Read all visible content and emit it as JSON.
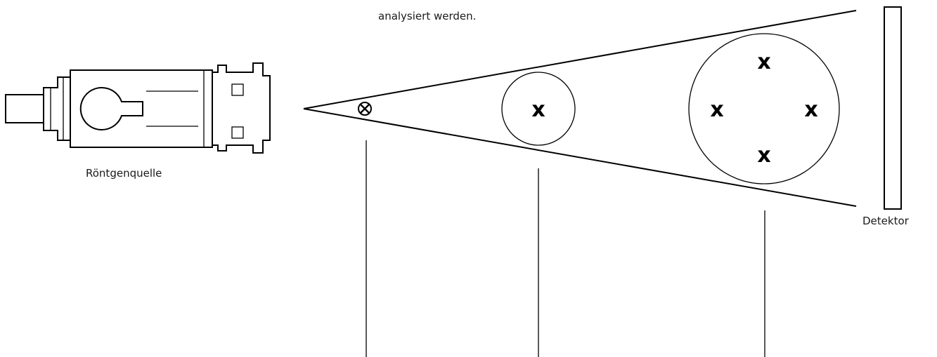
{
  "caption_text": "analysiert werden.",
  "source_label": "Röntgenquelle",
  "detector_label": "Detektor",
  "focal_marker_symbol": "⊗",
  "sample_markers": {
    "small": [
      "x"
    ],
    "large": [
      "x",
      "x",
      "x",
      "x"
    ]
  },
  "colors": {
    "line": "#000000",
    "background": "#ffffff"
  }
}
